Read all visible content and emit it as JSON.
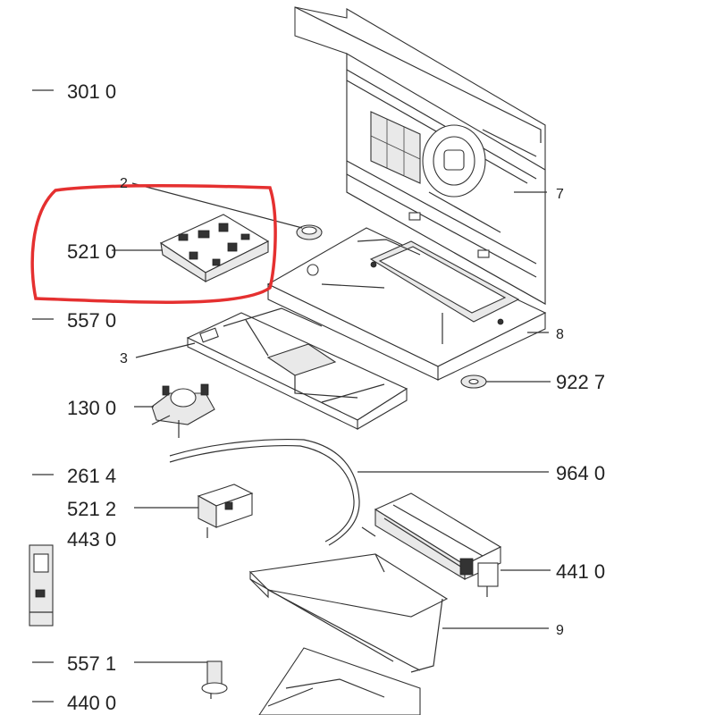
{
  "diagram": {
    "labels": {
      "l3010": "301 0",
      "l2": "2",
      "l5210": "521 0",
      "l5570": "557 0",
      "l3": "3",
      "l1300": "130 0",
      "l2614": "261 4",
      "l5212": "521 2",
      "l4430": "443 0",
      "l5571": "557 1",
      "l4400": "440 0",
      "l7": "7",
      "l8": "8",
      "l9227": "922 7",
      "l9640": "964 0",
      "l4410": "441 0",
      "l9": "9"
    },
    "highlight_color": "#e53030"
  }
}
